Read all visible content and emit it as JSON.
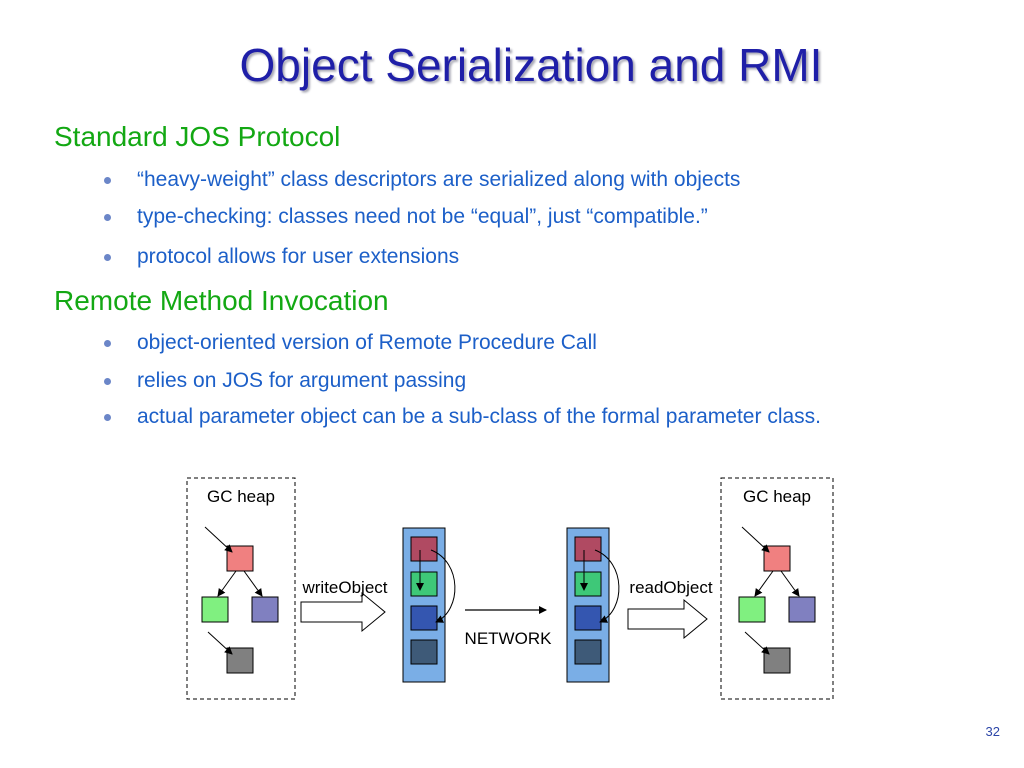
{
  "title": "Object Serialization and RMI",
  "sections": [
    {
      "heading": "Standard JOS Protocol",
      "bullets": [
        "“heavy-weight” class descriptors are serialized along with objects",
        "type-checking: classes need not be “equal”, just “compatible.”",
        "protocol allows for user extensions"
      ]
    },
    {
      "heading": "Remote Method Invocation",
      "bullets": [
        "object-oriented version of Remote Procedure Call",
        "relies on JOS for argument passing",
        "actual parameter object can be a sub-class of the formal parameter class."
      ]
    }
  ],
  "diagram": {
    "left_heap_label": "GC heap",
    "right_heap_label": "GC heap",
    "write_label": "writeObject",
    "read_label": "readObject",
    "network_label": "NETWORK"
  },
  "slide_number": "32",
  "colors": {
    "title": "#1f1fa8",
    "heading": "#13a813",
    "bullet_text": "#1c5fc8",
    "stream_bg": "#7aaee6",
    "object_red": "#f08080",
    "object_green": "#80f080",
    "object_purple": "#8080c0",
    "object_gray": "#808080",
    "cell_maroon": "#b04a62",
    "cell_green": "#3ec878",
    "cell_blue": "#3456b0",
    "cell_slate": "#3e5a78"
  }
}
